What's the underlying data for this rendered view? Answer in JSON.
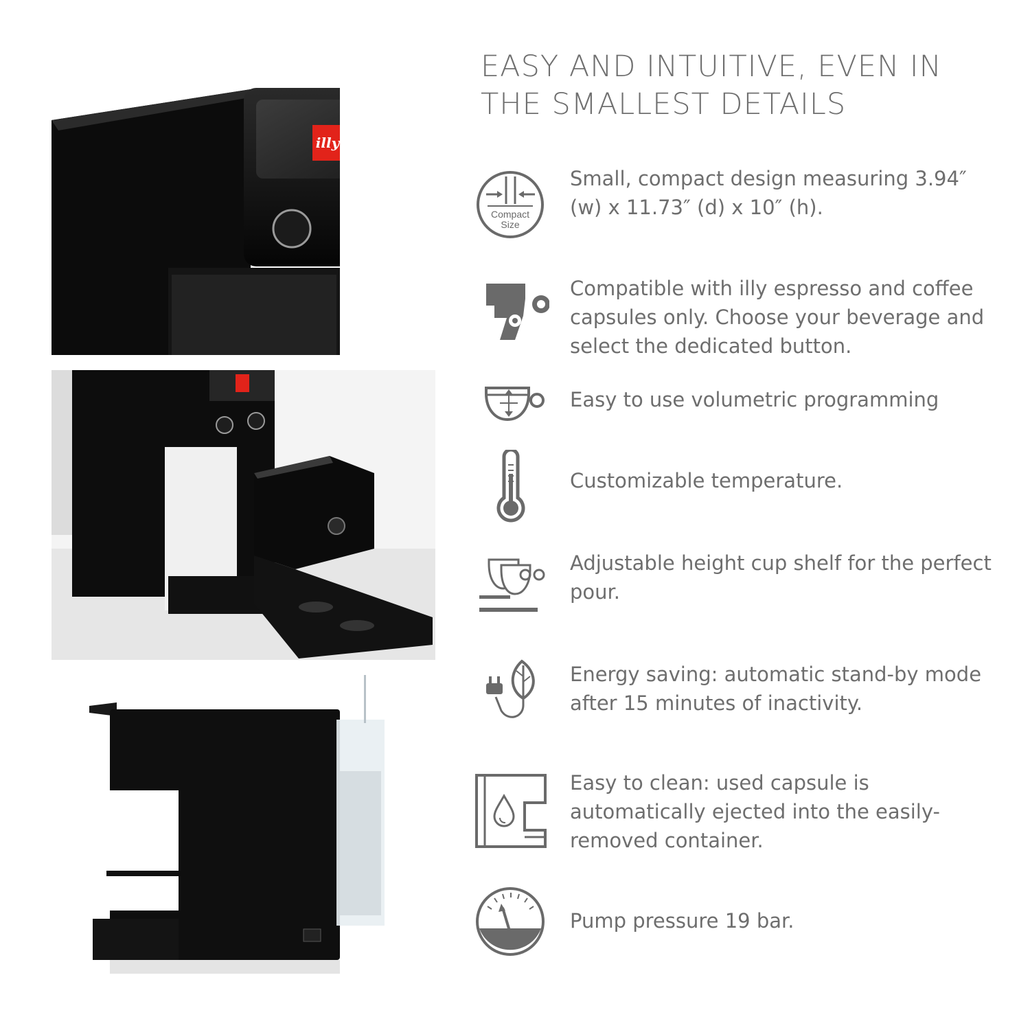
{
  "headline": "EASY AND INTUITIVE, EVEN IN THE SMALLEST DETAILS",
  "brand": {
    "logo_text": "illy",
    "logo_color": "#e2231a"
  },
  "colors": {
    "icon": "#6a6a6a",
    "text": "#6e6e6e",
    "machine": "#121212"
  },
  "features": [
    {
      "icon": "compact-size-icon",
      "icon_label_1": "Compact",
      "icon_label_2": "Size",
      "text": "Small, compact design measuring 3.94″ (w) x 11.73″ (d) x 10″ (h)."
    },
    {
      "icon": "capsule-cup-icon",
      "text": "Compatible with illy espresso and coffee capsules only. Choose your beverage and select the dedicated button."
    },
    {
      "icon": "volumetric-cup-icon",
      "text": "Easy to use volumetric programming"
    },
    {
      "icon": "thermometer-icon",
      "text": "Customizable temperature."
    },
    {
      "icon": "cup-shelf-icon",
      "text": "Adjustable height cup shelf for the perfect pour."
    },
    {
      "icon": "energy-leaf-plug-icon",
      "text": "Energy saving: automatic stand-by mode after 15 minutes of inactivity."
    },
    {
      "icon": "capsule-container-icon",
      "text": "Easy to clean: used capsule is automatically ejected into the easily-removed container."
    },
    {
      "icon": "pressure-gauge-icon",
      "text": "Pump pressure 19 bar."
    }
  ]
}
